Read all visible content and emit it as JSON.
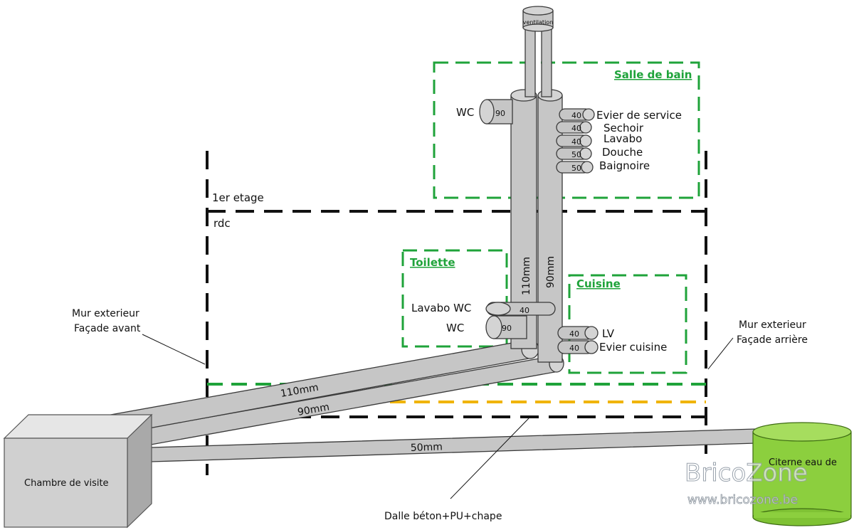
{
  "ventilation": "ventilation",
  "rooms": {
    "salle_de_bain": "Salle de bain",
    "toilette": "Toilette",
    "cuisine": "Cuisine"
  },
  "floors": {
    "upper": "1er etage",
    "ground": "rdc"
  },
  "bathroom_fixtures": [
    {
      "label": "Evier de service",
      "size": "40"
    },
    {
      "label": "Sechoir",
      "size": "40"
    },
    {
      "label": "Lavabo",
      "size": "40"
    },
    {
      "label": "Douche",
      "size": "50"
    },
    {
      "label": "Baignoire",
      "size": "50"
    }
  ],
  "bathroom_wc": {
    "label": "WC",
    "size": "90"
  },
  "toilet_fixtures": {
    "lavabo_label": "Lavabo WC",
    "lavabo_size": "40",
    "wc_label": "WC",
    "wc_size": "90"
  },
  "kitchen_fixtures": [
    {
      "label": "LV",
      "size": "40"
    },
    {
      "label": "Evier cuisine",
      "size": "40"
    }
  ],
  "pipes": {
    "vertical_110": "110mm",
    "vertical_90": "90mm",
    "diag_110": "110mm",
    "diag_90": "90mm",
    "rain_50": "50mm"
  },
  "walls": {
    "front_line1": "Mur exterieur",
    "front_line2": "Façade avant",
    "back_line1": "Mur exterieur",
    "back_line2": "Façade arrière"
  },
  "chambre": "Chambre de visite",
  "citerne": "Citerne eau de",
  "slab": "Dalle béton+PU+chape",
  "watermark": {
    "brand": "BricoZone",
    "url": "www.bricozone.be"
  },
  "colors": {
    "green": "#1fa33a",
    "yellow": "#f0b400",
    "tank": "#8ccf3e",
    "pipe": "#c6c6c6"
  }
}
